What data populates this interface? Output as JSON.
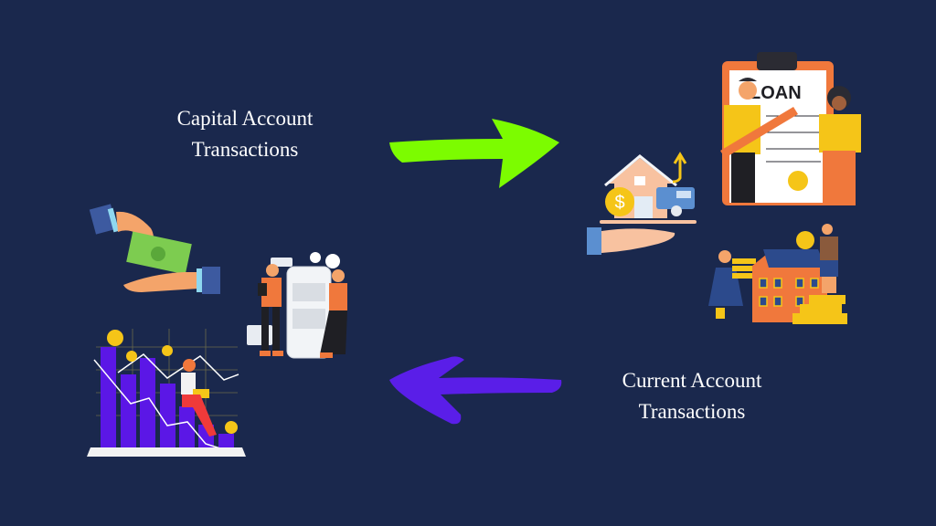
{
  "labels": {
    "capital": {
      "line1": "Capital Account",
      "line2": "Transactions"
    },
    "current": {
      "line1": "Current Account",
      "line2": "Transactions"
    }
  },
  "illustrations": {
    "loan_document_text": "LOAN",
    "dollar_symbol": "$"
  },
  "colors": {
    "background": "#1a284d",
    "arrow_right": "#7cfc00",
    "arrow_left": "#5a1ee8",
    "text": "#ffffff",
    "bar_purple": "#5b17e6",
    "orange": "#f0783c",
    "yellow": "#f5c518"
  },
  "arrows": [
    {
      "direction": "right",
      "color": "#7cfc00"
    },
    {
      "direction": "left",
      "color": "#5a1ee8"
    }
  ]
}
